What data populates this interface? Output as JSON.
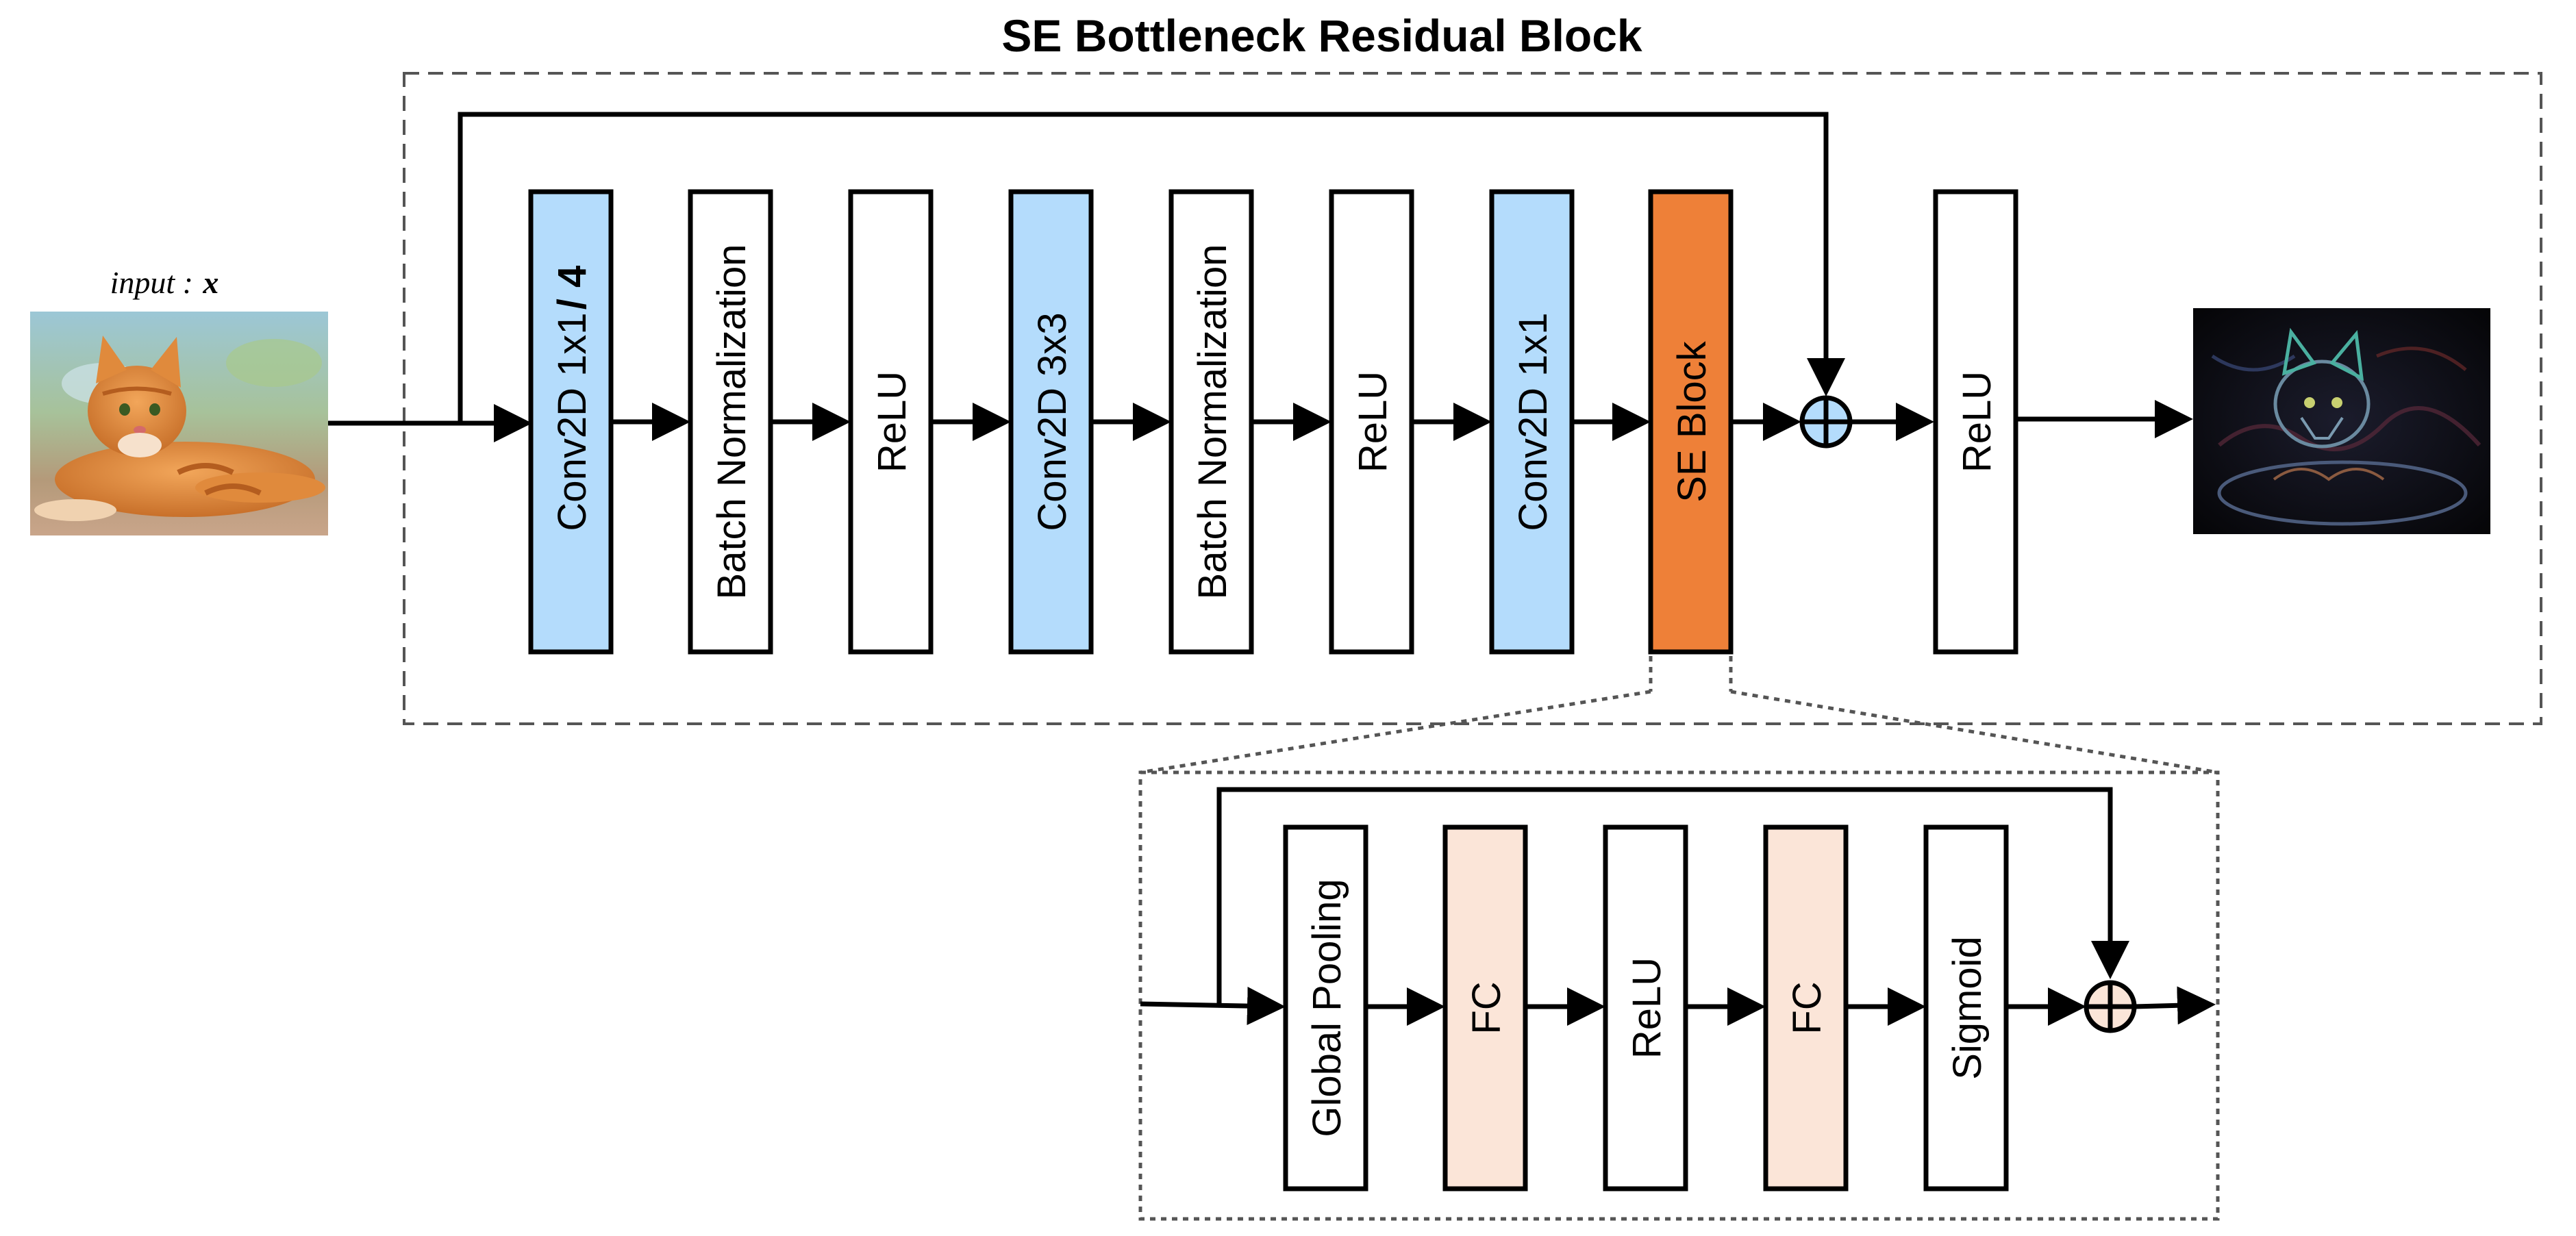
{
  "title": "SE Bottleneck Residual Block",
  "input": {
    "label": "input :",
    "variable": "x"
  },
  "colors": {
    "conv": "#b4dcfc",
    "se_block": "#ee8038",
    "fc": "#fbe5d8",
    "plain": "#ffffff",
    "stroke": "#000000",
    "output_background": "#0b0b0f"
  },
  "main_blocks": [
    {
      "id": "conv1",
      "label": "Conv2D 1x1",
      "annotation": "/ 4",
      "kind": "conv"
    },
    {
      "id": "bn1",
      "label": "Batch Normalization",
      "kind": "plain"
    },
    {
      "id": "relu1",
      "label": "ReLU",
      "kind": "plain"
    },
    {
      "id": "conv2",
      "label": "Conv2D 3x3",
      "kind": "conv"
    },
    {
      "id": "bn2",
      "label": "Batch Normalization",
      "kind": "plain"
    },
    {
      "id": "relu2",
      "label": "ReLU",
      "kind": "plain"
    },
    {
      "id": "conv3",
      "label": "Conv2D 1x1",
      "kind": "conv"
    },
    {
      "id": "se",
      "label": "SE Block",
      "kind": "se"
    },
    {
      "id": "relu3",
      "label": "ReLU",
      "kind": "plain"
    }
  ],
  "se_detail_blocks": [
    {
      "id": "gp",
      "label": "Global Pooling",
      "kind": "plain"
    },
    {
      "id": "fc1",
      "label": "FC",
      "kind": "fc"
    },
    {
      "id": "se_relu",
      "label": "ReLU",
      "kind": "plain"
    },
    {
      "id": "fc2",
      "label": "FC",
      "kind": "fc"
    },
    {
      "id": "sigmoid",
      "label": "Sigmoid",
      "kind": "plain"
    }
  ],
  "icons": {
    "input_image": "cat-photo",
    "output_image": "cat-feature-map",
    "add": "circle-plus-icon"
  }
}
